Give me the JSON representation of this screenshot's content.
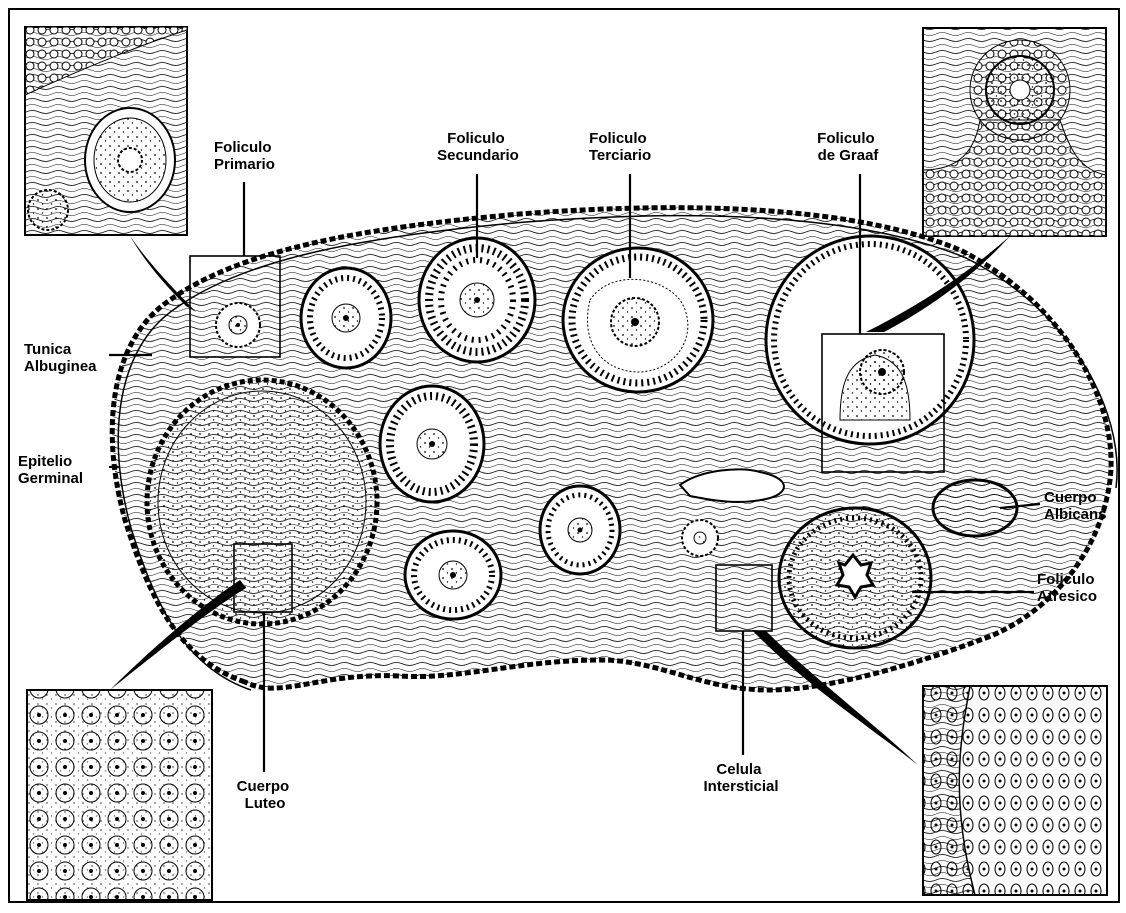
{
  "labels": {
    "foliculo_primario": [
      "Foliculo",
      "Primario"
    ],
    "foliculo_secundario": [
      "Foliculo",
      "Secundario"
    ],
    "foliculo_terciario": [
      "Foliculo",
      "Terciario"
    ],
    "foliculo_de_graaf": [
      "Foliculo",
      "de Graaf"
    ],
    "tunica_albuginea": [
      "Tunica",
      "Albuginea"
    ],
    "epitelio_germinal": [
      "Epitelio",
      "Germinal"
    ],
    "cuerpo_albicans": [
      "Cuerpo",
      "Albicans"
    ],
    "foliculo_atresico": [
      "Foliculo",
      "Atresico"
    ],
    "cuerpo_luteo": [
      "Cuerpo",
      "Luteo"
    ],
    "celula_intersticial": [
      "Celula",
      "Intersticial"
    ]
  },
  "colors": {
    "ink": "#000000",
    "paper": "#ffffff"
  }
}
